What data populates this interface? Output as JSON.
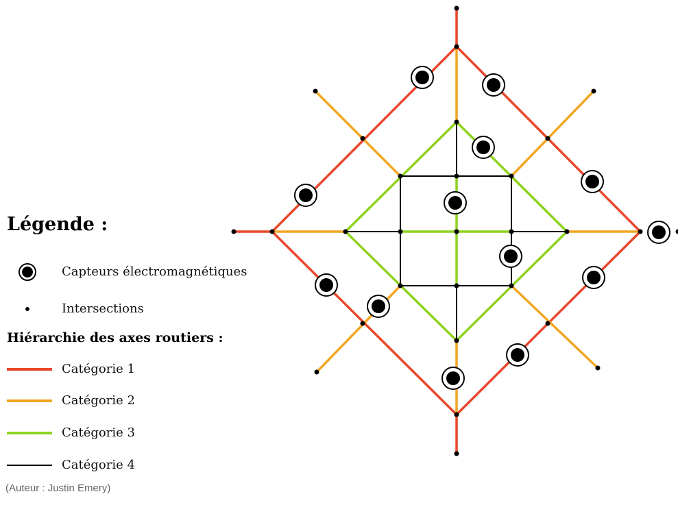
{
  "legend": {
    "title": "Légende :",
    "sensors_label": "Capteurs électromagnétiques",
    "intersections_label": "Intersections",
    "hierarchy_title": "Hiérarchie des axes routiers :",
    "categories": [
      {
        "label": "Catégorie 1",
        "color": "#e8472a"
      },
      {
        "label": "Catégorie 2",
        "color": "#f2a623"
      },
      {
        "label": "Catégorie 3",
        "color": "#8ed21e"
      },
      {
        "label": "Catégorie 4",
        "color": "#000000"
      }
    ]
  },
  "caption": "(Auteur : Justin Emery)"
}
